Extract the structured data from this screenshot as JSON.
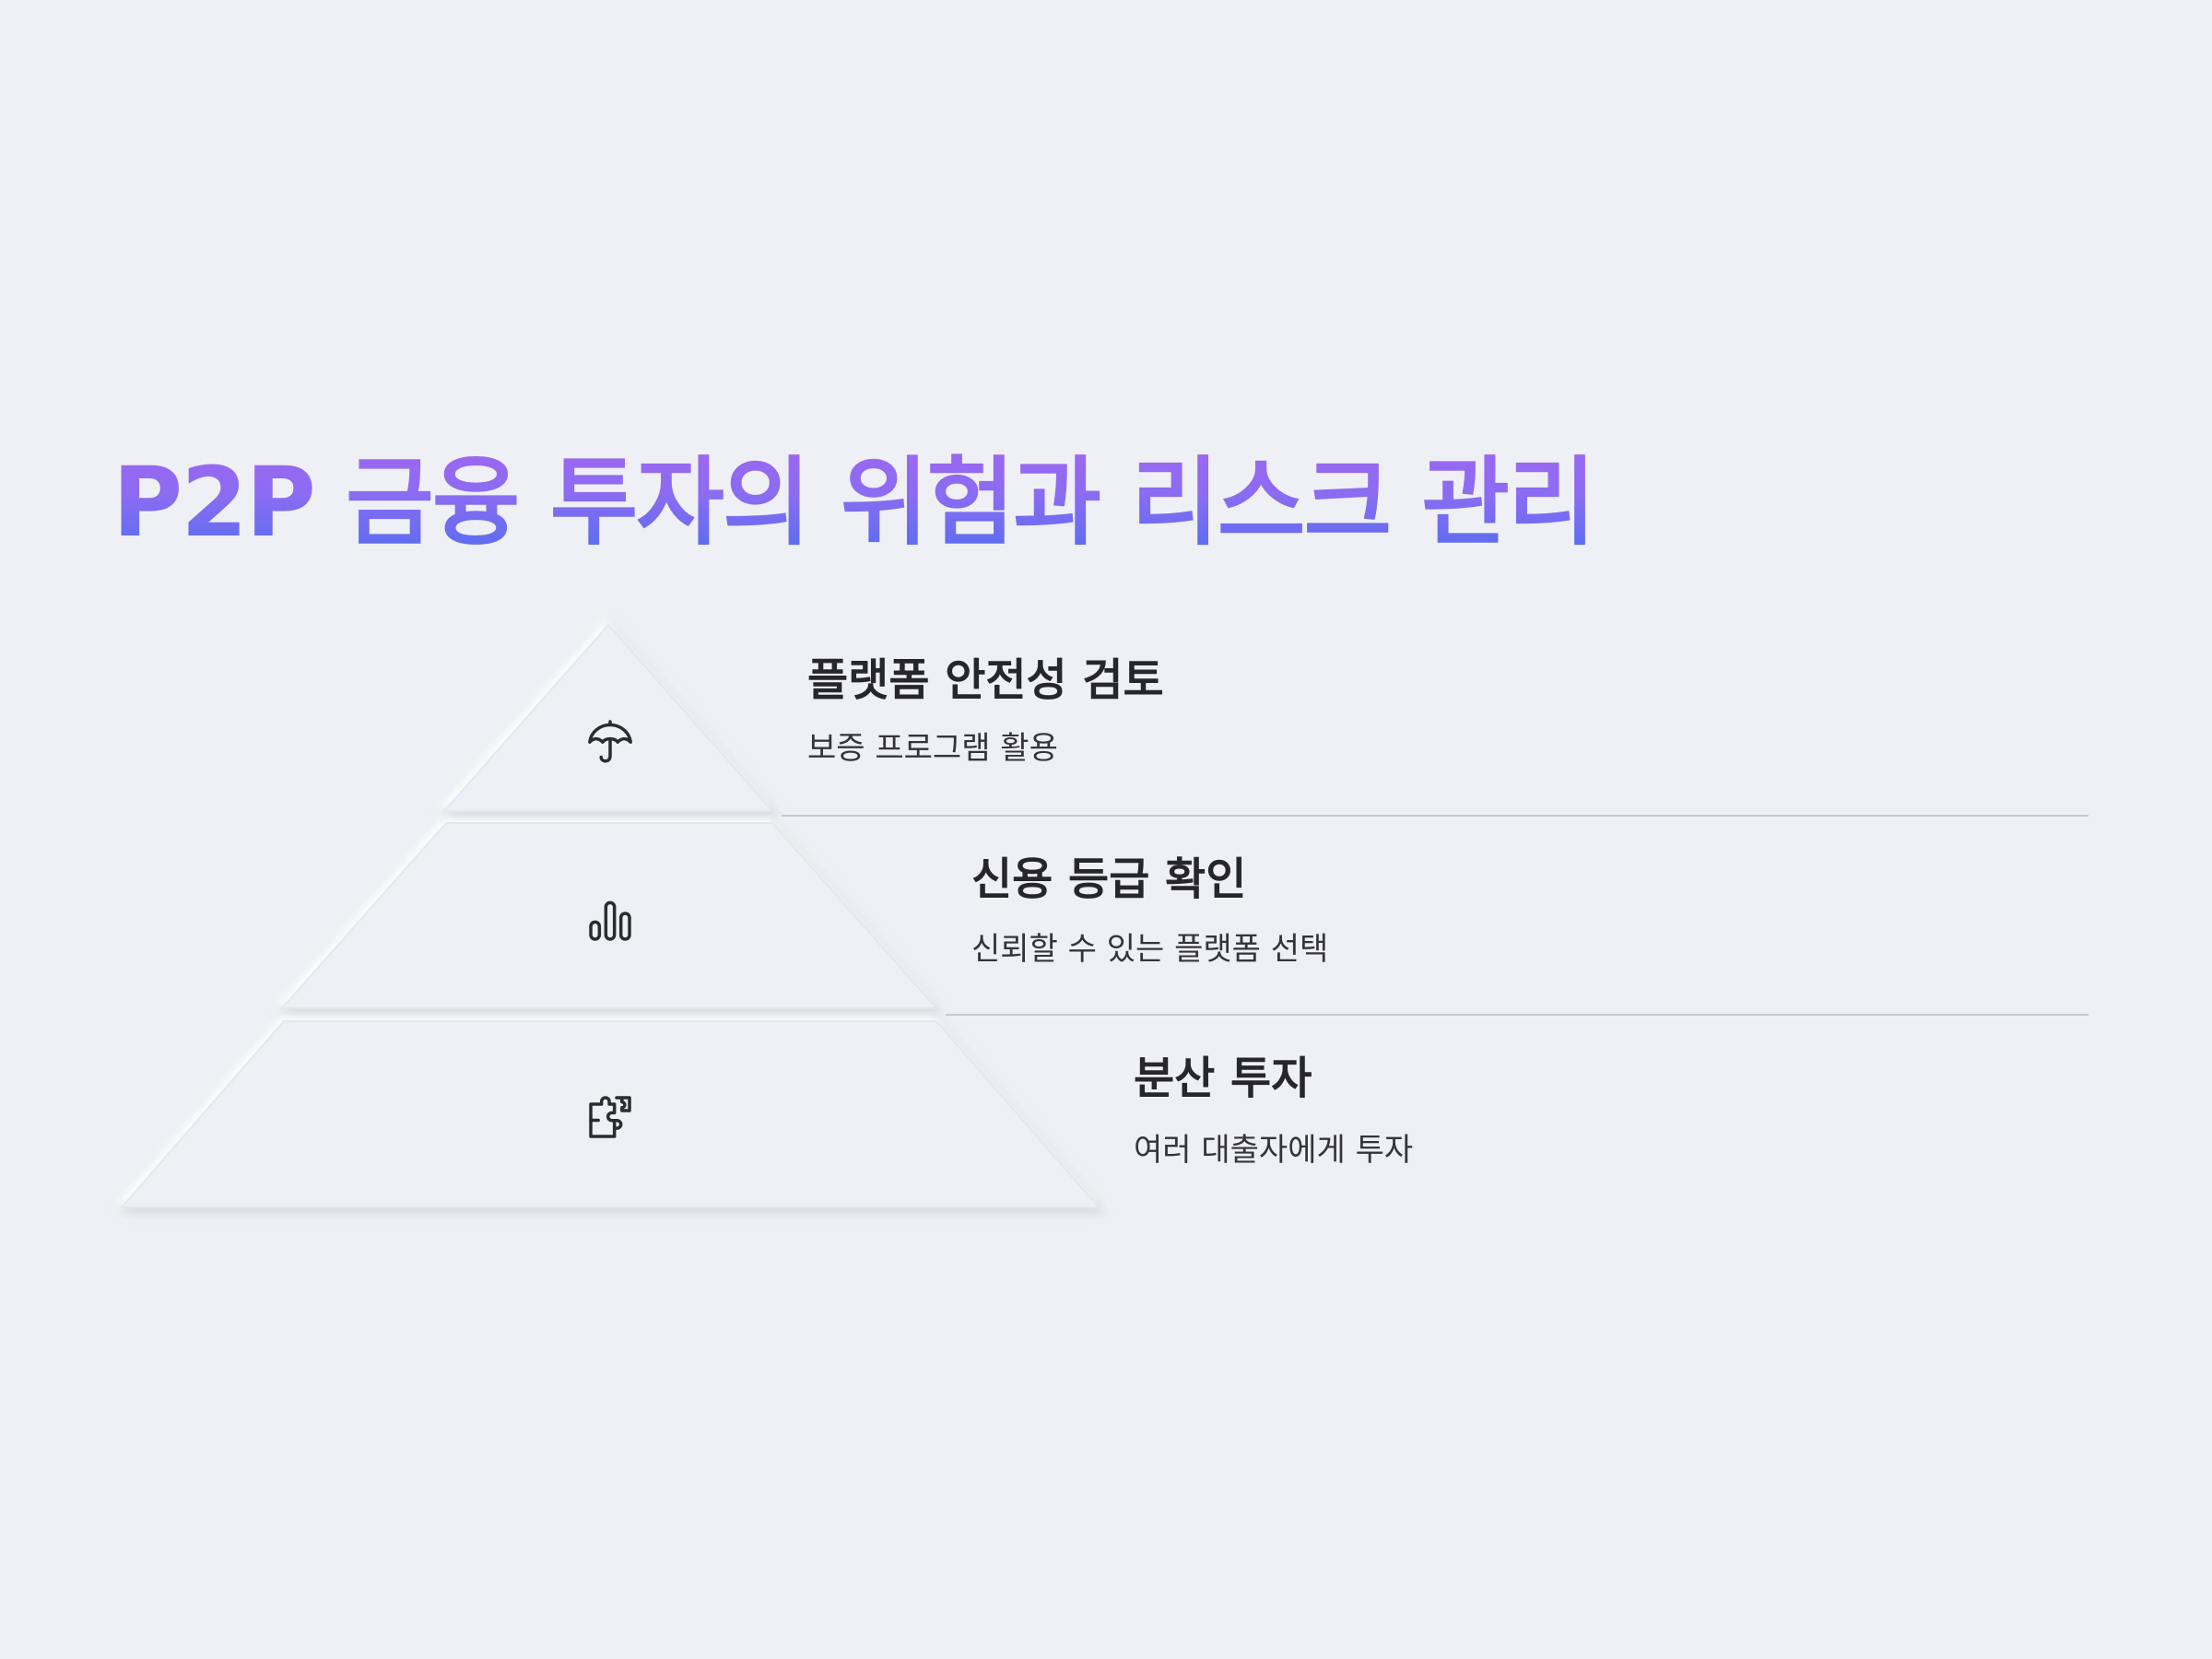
{
  "title": "P2P 금융 투자의 위험과 리스크 관리",
  "levels": [
    {
      "icon": "umbrella-icon",
      "title": "플랫폼 안전성 검토",
      "description": "보증 프로그램 활용"
    },
    {
      "icon": "bar-chart-icon",
      "title": "신용 등급 확인",
      "description": "신뢰할 수 있는 플랫폼 선택"
    },
    {
      "icon": "puzzle-icon",
      "title": "분산 투자",
      "description": "여러 대출자에게 투자"
    }
  ],
  "colors": {
    "background": "#eff0f5",
    "title_gradient_top": "#a066f0",
    "title_gradient_bottom": "#4f6ef0",
    "text": "#26262c",
    "divider": "#c8c9d0"
  }
}
